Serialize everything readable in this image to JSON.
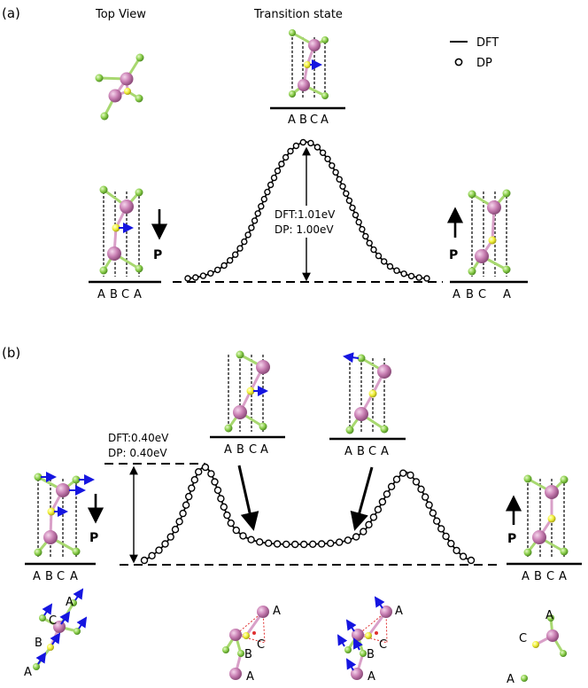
{
  "panel_a": {
    "label": "(a)",
    "top_view_title": "Top View",
    "transition_title": "Transition state",
    "legend": {
      "dft": "DFT",
      "dp": "DP"
    },
    "barrier_dft": "DFT:1.01eV",
    "barrier_dp": "DP: 1.00eV",
    "stacking": [
      "A",
      "B",
      "C",
      "A"
    ],
    "polarization": "P"
  },
  "panel_b": {
    "label": "(b)",
    "barrier_dft": "DFT:0.40eV",
    "barrier_dp": "DP: 0.40eV",
    "stacking": [
      "A",
      "B",
      "C",
      "A"
    ],
    "polarization": "P",
    "site_labels": [
      "A",
      "B",
      "C",
      "A"
    ]
  },
  "colors": {
    "metal_atom": "#c97fb3",
    "chalcogen_atom": "#8fd14f",
    "middle_atom": "#f2f23a",
    "displacement_arrow": "#1515e0",
    "bond_pink": "#d9a0c8",
    "bond_green": "#a8d870"
  }
}
